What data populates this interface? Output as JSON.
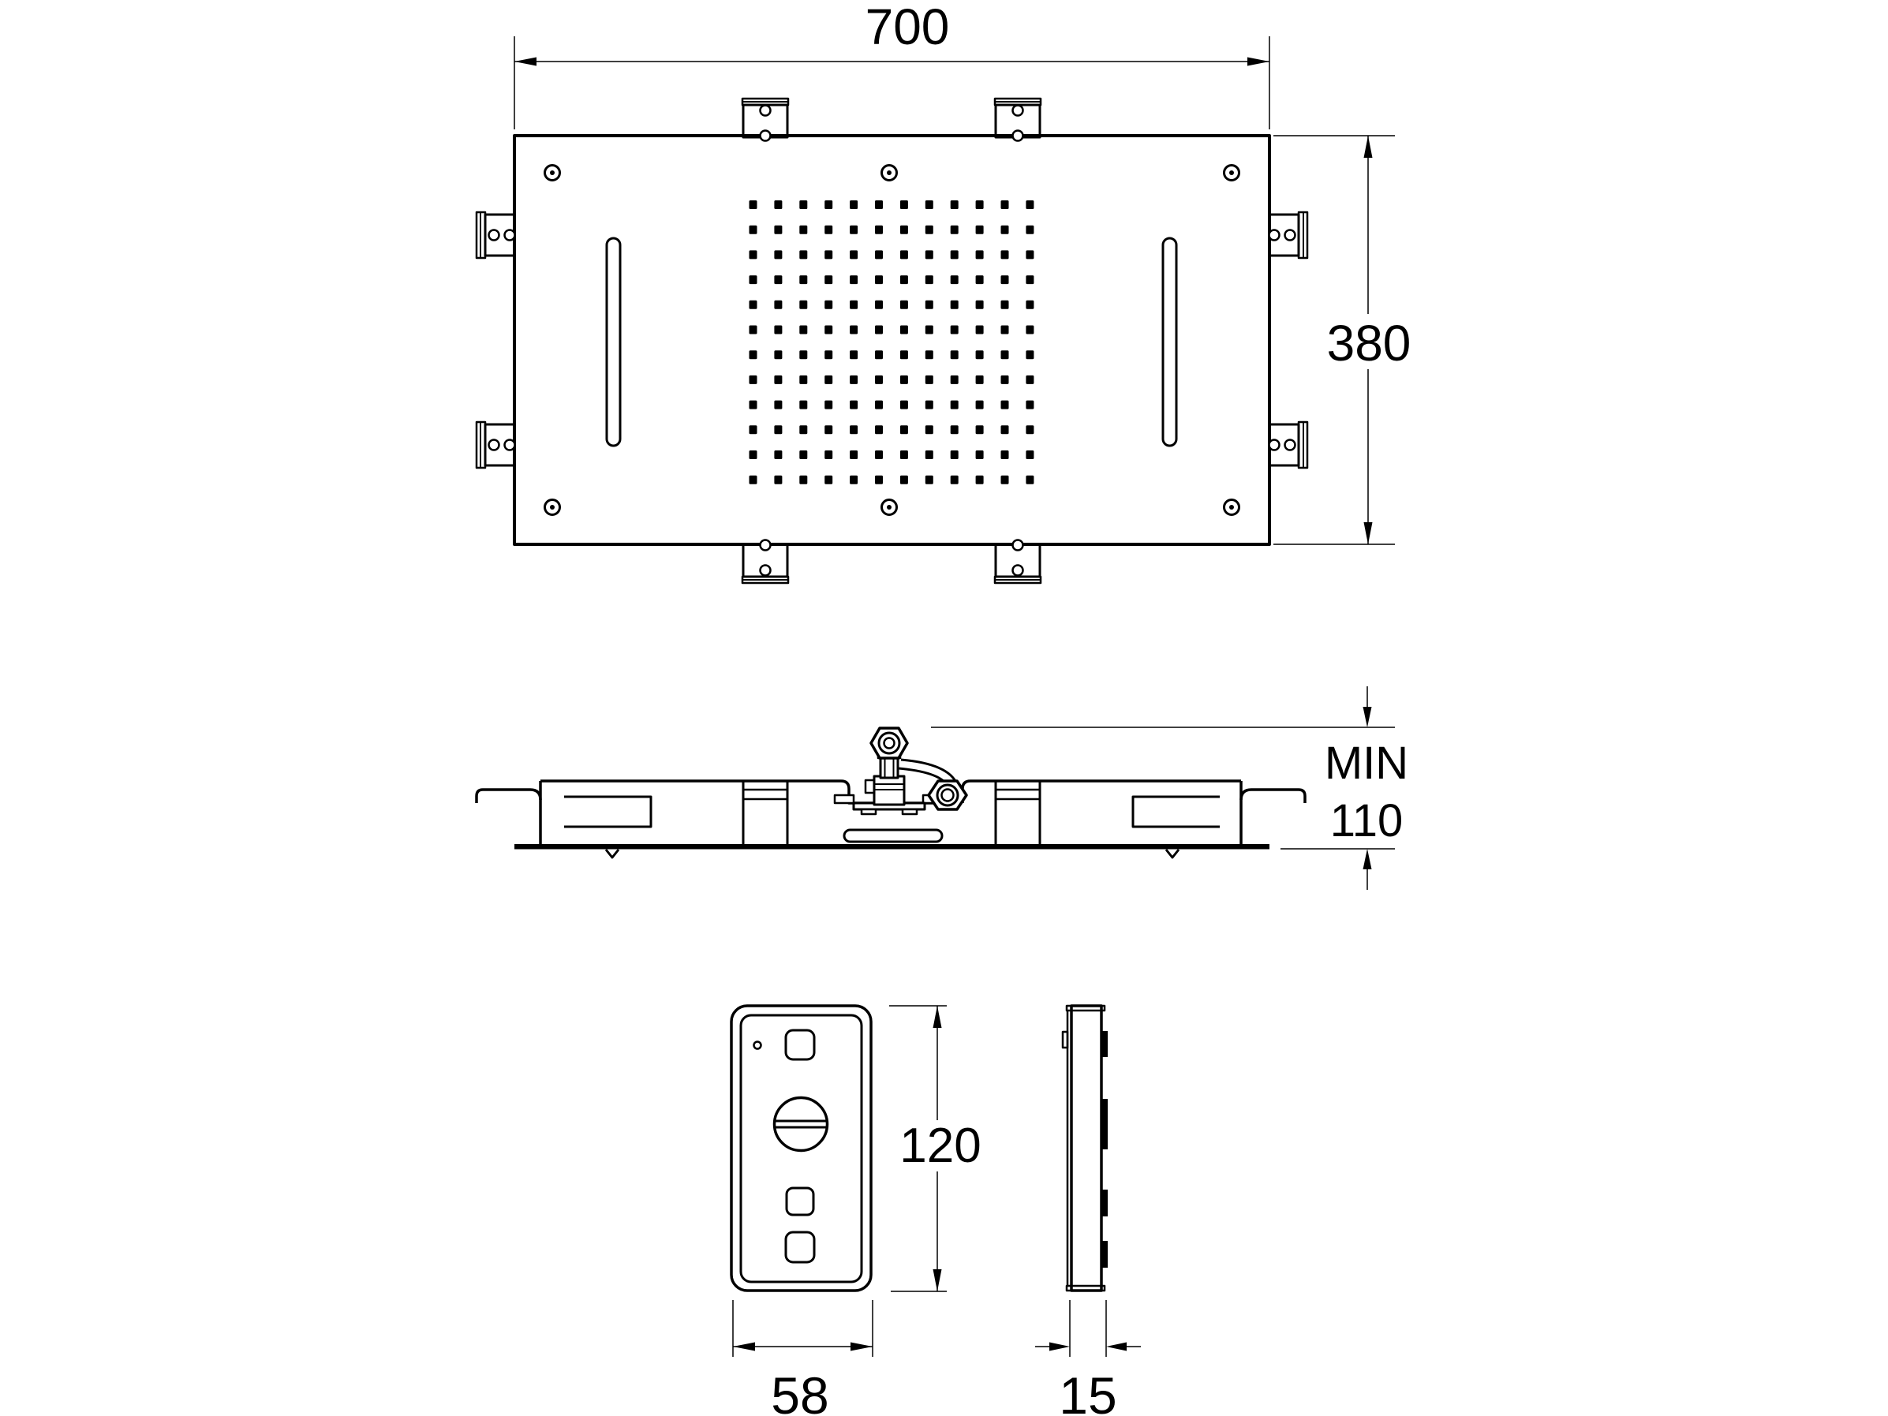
{
  "drawing": {
    "background": "#ffffff",
    "line_color": "#000000",
    "views": {
      "top_view": {
        "label": "shower-head-top-view",
        "width_dimension": "700",
        "height_dimension": "380",
        "nozzle_grid": {
          "columns": 12,
          "rows": 12
        },
        "screw_count": 6,
        "mounting_bracket_count": 8,
        "slot_count": 2
      },
      "side_view": {
        "label": "shower-head-side-elevation",
        "min_label": "MIN",
        "min_value": "110"
      },
      "remote_front_view": {
        "label": "remote-control-front-view",
        "height_dimension": "120",
        "width_dimension": "58",
        "button_count": 3,
        "dial_count": 1,
        "led_count": 1
      },
      "remote_side_view": {
        "label": "remote-control-side-view",
        "depth_dimension": "15"
      }
    }
  }
}
